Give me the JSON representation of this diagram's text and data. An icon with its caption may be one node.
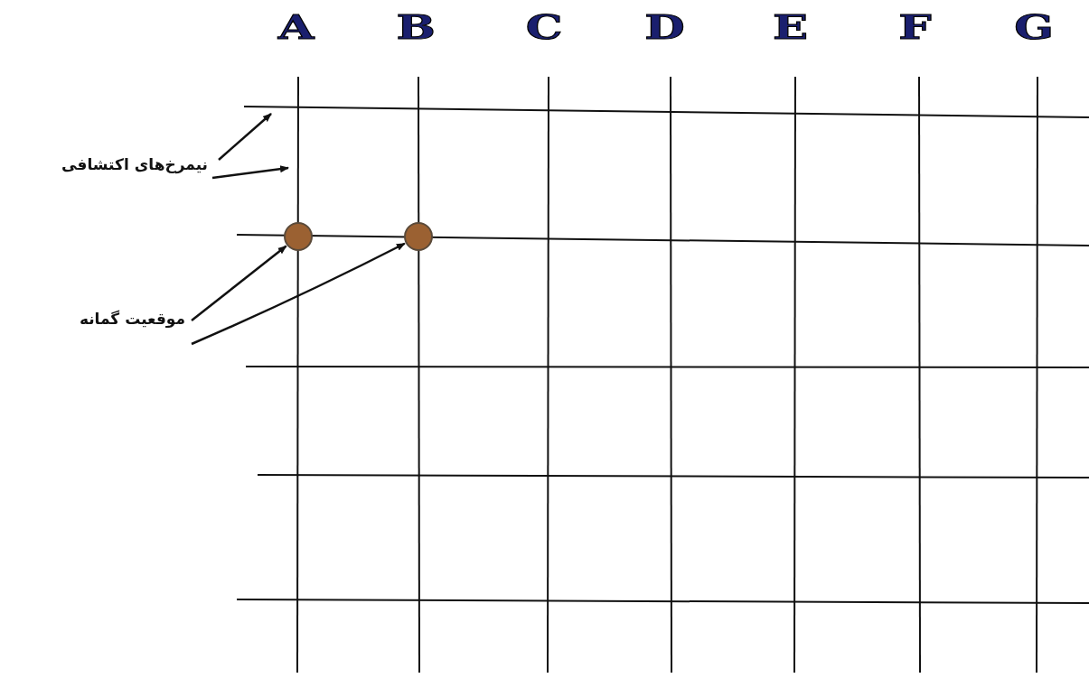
{
  "diagram": {
    "nodes": [
      {
        "text": [
          "نیمرخ‌های اکتشافی"
        ]
      },
      {
        "text": [
          "موقعیت گمانه"
        ]
      },
      {
        "text": [],
        "shape": "circle"
      },
      {
        "text": [],
        "shape": "circle"
      }
    ],
    "edges": [
      {
        "from": 0,
        "to": null,
        "arrow": "to"
      },
      {
        "from": 0,
        "to": null,
        "arrow": "to"
      },
      {
        "from": 1,
        "to": 2,
        "arrow": "to"
      },
      {
        "from": 1,
        "to": 3,
        "arrow": "to"
      }
    ],
    "labels": [
      "A",
      "B",
      "C",
      "D",
      "E",
      "F",
      "G"
    ]
  }
}
